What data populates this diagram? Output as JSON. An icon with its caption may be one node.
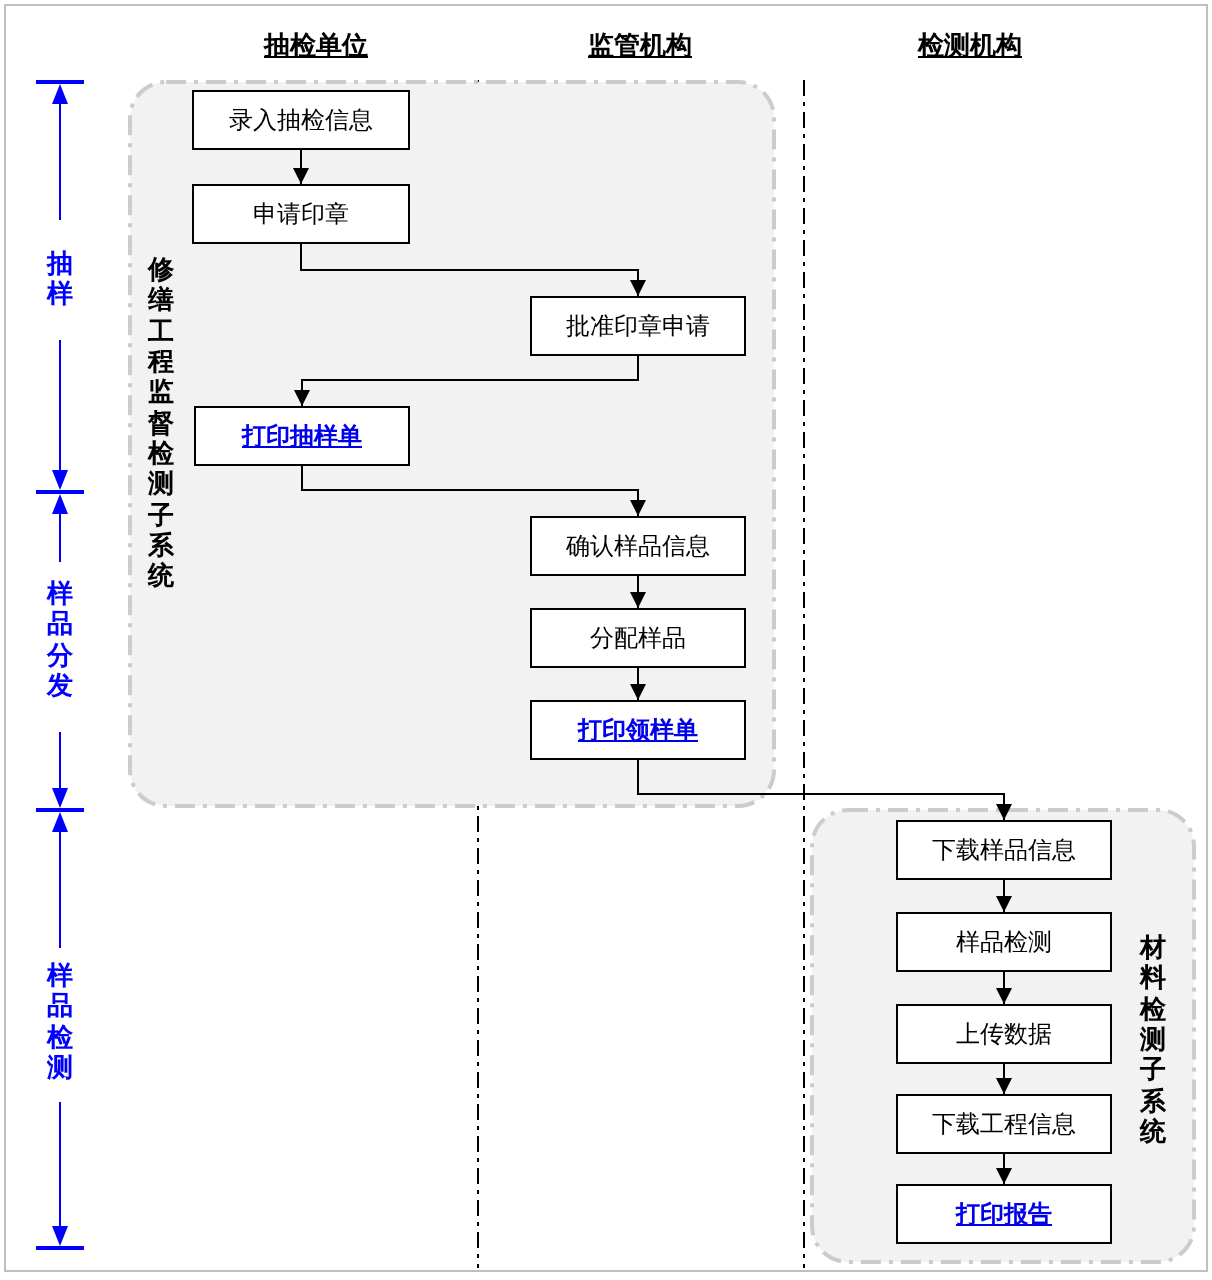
{
  "diagram": {
    "nodes": [
      {
        "text": [
          "修缮工程监督检测子系统"
        ]
      },
      {
        "text": [
          "录入抽检信息"
        ],
        "in": 0
      },
      {
        "text": [
          "申请印章"
        ],
        "in": 0
      },
      {
        "text": [
          "批准印章申请"
        ],
        "in": 0
      },
      {
        "text": [
          "打印抽样单"
        ],
        "in": 0
      },
      {
        "text": [
          "确认样品信息"
        ],
        "in": 0
      },
      {
        "text": [
          "分配样品"
        ],
        "in": 0
      },
      {
        "text": [
          "打印领样单"
        ],
        "in": 0
      },
      {
        "text": [
          "材料检测子系统"
        ]
      },
      {
        "text": [
          "下载样品信息"
        ],
        "in": 8
      },
      {
        "text": [
          "样品检测"
        ],
        "in": 8
      },
      {
        "text": [
          "上传数据"
        ],
        "in": 8
      },
      {
        "text": [
          "下载工程信息"
        ],
        "in": 8
      },
      {
        "text": [
          "打印报告"
        ],
        "in": 8
      }
    ],
    "edges": [
      {
        "from": 1,
        "to": 2,
        "arrow": "to"
      },
      {
        "from": 2,
        "to": 3,
        "arrow": "to"
      },
      {
        "from": 3,
        "to": 4,
        "arrow": "to"
      },
      {
        "from": 4,
        "to": 5,
        "arrow": "to"
      },
      {
        "from": 5,
        "to": 6,
        "arrow": "to"
      },
      {
        "from": 6,
        "to": 7,
        "arrow": "to"
      },
      {
        "from": 7,
        "to": 9,
        "arrow": "to"
      },
      {
        "from": 9,
        "to": 10,
        "arrow": "to"
      },
      {
        "from": 10,
        "to": 11,
        "arrow": "to"
      },
      {
        "from": 11,
        "to": 12,
        "arrow": "to"
      },
      {
        "from": 12,
        "to": 13,
        "arrow": "to"
      }
    ],
    "labels": [
      "抽检单位",
      "监管机构",
      "检测机构",
      "抽样",
      "样品分发",
      "样品检测"
    ]
  }
}
